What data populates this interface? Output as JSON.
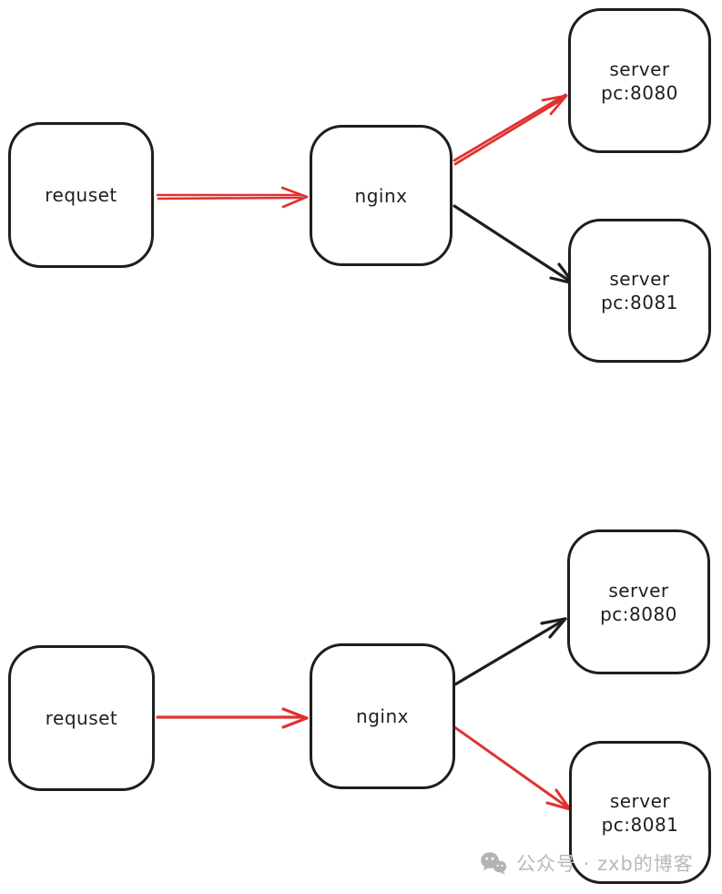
{
  "colors": {
    "red": "#e03131",
    "black": "#1e1e1e",
    "watermark_gray": "#b9b9b9",
    "background": "#ffffff"
  },
  "diagram_top": {
    "request_label": "requset",
    "nginx_label": "nginx",
    "server1_label": "server\npc:8080",
    "server2_label": "server\npc:8081",
    "edges": [
      {
        "from": "requset",
        "to": "nginx",
        "color": "red"
      },
      {
        "from": "nginx",
        "to": "server pc:8080",
        "color": "red"
      },
      {
        "from": "nginx",
        "to": "server pc:8081",
        "color": "black"
      }
    ]
  },
  "diagram_bottom": {
    "request_label": "requset",
    "nginx_label": "nginx",
    "server1_label": "server\npc:8080",
    "server2_label": "server\npc:8081",
    "edges": [
      {
        "from": "requset",
        "to": "nginx",
        "color": "red"
      },
      {
        "from": "nginx",
        "to": "server pc:8080",
        "color": "black"
      },
      {
        "from": "nginx",
        "to": "server pc:8081",
        "color": "red"
      }
    ]
  },
  "watermark": {
    "text": "公众号 · zxb的博客"
  }
}
